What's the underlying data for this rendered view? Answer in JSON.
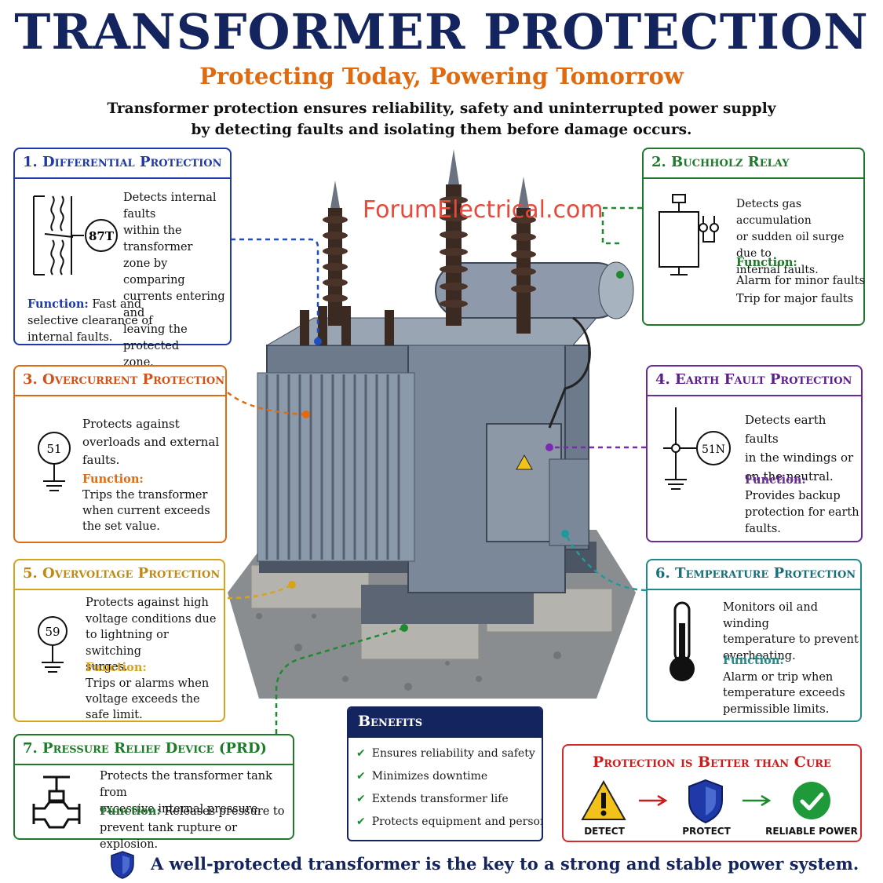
{
  "header": {
    "title": "TRANSFORMER PROTECTION",
    "subtitle": "Protecting Today, Powering Tomorrow",
    "intro_line1": "Transformer protection ensures reliability, safety and uninterrupted power supply",
    "intro_line2": "by detecting faults and isolating them before damage occurs."
  },
  "watermark": "ForumElectrical.com",
  "colors": {
    "navy": "#14245e",
    "orange": "#e06a10",
    "green": "#1e7a2a",
    "purple": "#6a2a9a",
    "gold": "#d9a21b",
    "teal": "#1f8a8a",
    "red": "#c81e1e"
  },
  "sections": {
    "differential": {
      "heading": "1. Differential Protection",
      "symbol": "87T",
      "desc": [
        "Detects internal faults",
        "within the transformer",
        "zone by comparing",
        "currents entering and",
        "leaving the protected",
        "zone."
      ],
      "function_label": "Function:",
      "function_text": [
        "Fast and",
        "selective clearance of",
        "internal faults."
      ]
    },
    "buchholz": {
      "heading": "2. Buchholz Relay",
      "desc": [
        "Detects gas accumulation",
        "or sudden oil surge due to",
        "internal faults."
      ],
      "function_label": "Function:",
      "function_text": [
        "Alarm for minor faults",
        "Trip for major faults"
      ]
    },
    "overcurrent": {
      "heading": "3. Overcurrent Protection",
      "symbol": "51",
      "desc": [
        "Protects against",
        "overloads and external",
        "faults."
      ],
      "function_label": "Function:",
      "function_text": [
        "Trips the transformer",
        "when current exceeds",
        "the set value."
      ]
    },
    "earth_fault": {
      "heading": "4. Earth Fault Protection",
      "symbol": "51N",
      "desc": [
        "Detects earth faults",
        "in the windings or",
        "on the neutral."
      ],
      "function_label": "Function:",
      "function_text": [
        "Provides backup",
        "protection for earth",
        "faults."
      ]
    },
    "overvoltage": {
      "heading": "5. Overvoltage Protection",
      "symbol": "59",
      "desc": [
        "Protects against high",
        "voltage conditions due",
        "to lightning or switching",
        "surges."
      ],
      "function_label": "Function:",
      "function_text": [
        "Trips or alarms when",
        "voltage exceeds the",
        "safe limit."
      ]
    },
    "temperature": {
      "heading": "6. Temperature Protection",
      "desc": [
        "Monitors oil and winding",
        "temperature to prevent",
        "overheating."
      ],
      "function_label": "Function:",
      "function_text": [
        "Alarm or trip when",
        "temperature exceeds",
        "permissible limits."
      ]
    },
    "prd": {
      "heading": "7. Pressure Relief Device (PRD)",
      "desc": [
        "Protects the transformer tank from",
        "excessive internal pressure."
      ],
      "function_label": "Function:",
      "function_text": [
        "Releases pressure to",
        "prevent tank rupture or explosion."
      ]
    }
  },
  "benefits": {
    "heading": "Benefits",
    "items": [
      "Ensures reliability and safety",
      "Minimizes downtime",
      "Extends transformer life",
      "Protects equipment and personnel"
    ]
  },
  "better_than_cure": {
    "heading": "Protection is Better than Cure",
    "steps": [
      "DETECT",
      "PROTECT",
      "RELIABLE POWER"
    ]
  },
  "footer": "A well-protected transformer is the key to a strong and stable power system."
}
